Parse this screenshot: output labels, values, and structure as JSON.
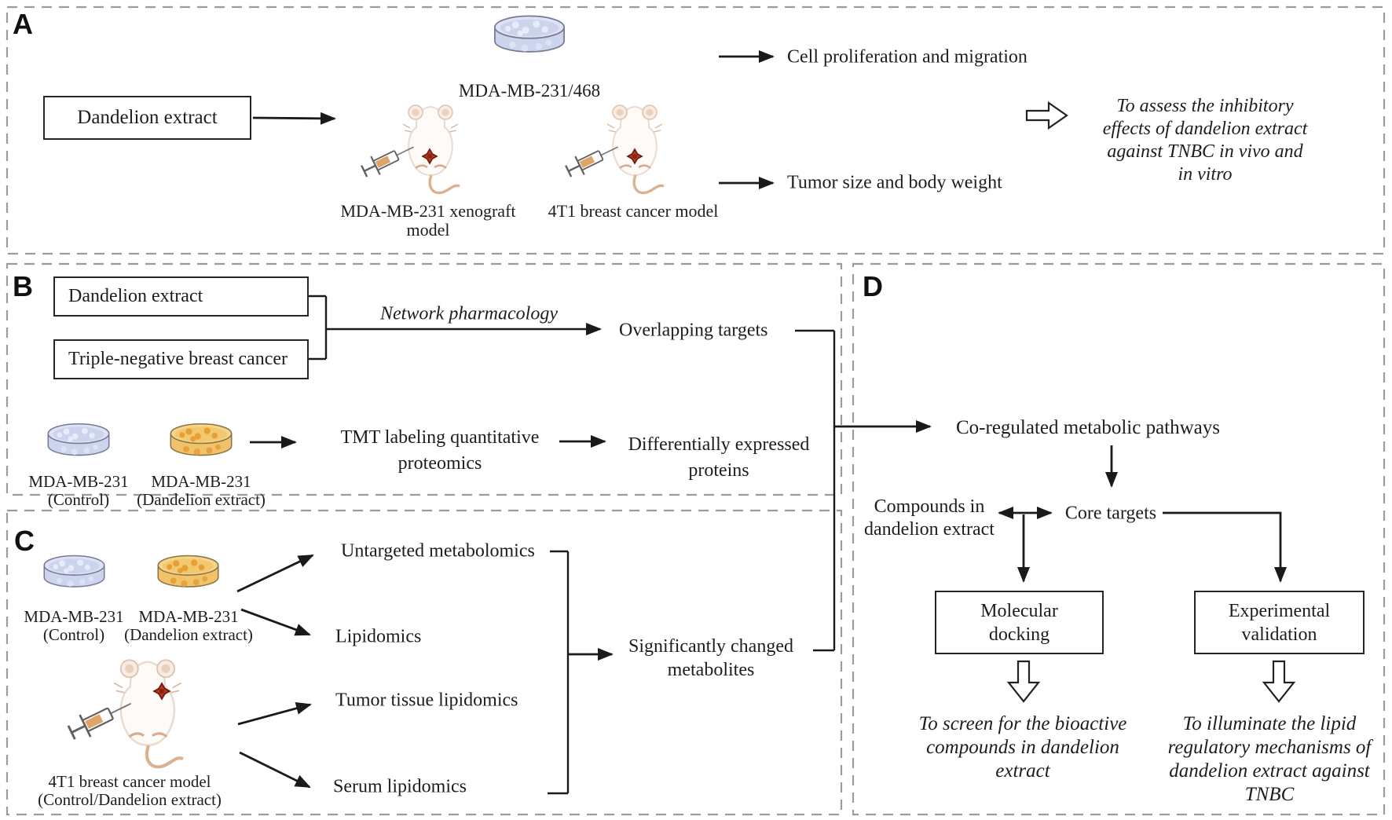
{
  "colors": {
    "line": "#1a1a1a",
    "panel_border": "#9b9b9b",
    "dish_blue": "#ccd3ed",
    "dish_orange": "#f2c76d",
    "tumor_red": "#b5391d",
    "text": "#1d1d1d"
  },
  "icons": {
    "petri_dish": "petri-dish-icon",
    "mouse": "mouse-icon",
    "syringe": "syringe-icon",
    "tumor": "tumor-dot-icon",
    "hollow_arrow": "hollow-arrow-icon"
  },
  "panel_a": {
    "label": "A",
    "cell_dish_label": "MDA-MB-231/468",
    "extract_box_label": "Dandelion extract",
    "xenograft_label": [
      "MDA-MB-231 xenograft",
      "model"
    ],
    "t4_model_label": "4T1 breast cancer model",
    "outcome_cell": "Cell proliferation and migration",
    "outcome_tumor": "Tumor size and body weight",
    "aim": [
      "To assess the inhibitory",
      "effects of dandelion extract",
      "against TNBC in vivo and",
      "in vitro"
    ]
  },
  "panel_b": {
    "label": "B",
    "box_extract": "Dandelion extract",
    "box_tnbc": "Triple-negative breast cancer",
    "method": "Network pharmacology",
    "overlapping_targets": "Overlapping targets",
    "dish_control": [
      "MDA-MB-231",
      "(Control)"
    ],
    "dish_treated": [
      "MDA-MB-231",
      "(Dandelion extract)"
    ],
    "proteomics": [
      "TMT labeling quantitative",
      "proteomics"
    ],
    "dep": [
      "Differentially expressed",
      "proteins"
    ]
  },
  "panel_c": {
    "label": "C",
    "dish_control": [
      "MDA-MB-231",
      "(Control)"
    ],
    "dish_treated": [
      "MDA-MB-231",
      "(Dandelion extract)"
    ],
    "mouse_label": [
      "4T1 breast cancer model",
      "(Control/Dandelion extract)"
    ],
    "omics_untargeted": "Untargeted metabolomics",
    "omics_lipidomics": "Lipidomics",
    "omics_tumor_tissue": "Tumor tissue lipidomics",
    "omics_serum": "Serum lipidomics",
    "result": [
      "Significantly changed",
      "metabolites"
    ]
  },
  "panel_d": {
    "label": "D",
    "pathways": "Co-regulated metabolic pathways",
    "compounds": [
      "Compounds in",
      "dandelion extract"
    ],
    "core_targets": "Core targets",
    "docking_box": [
      "Molecular",
      "docking"
    ],
    "validation_box": [
      "Experimental",
      "validation"
    ],
    "aim_docking": [
      "To screen for the bioactive",
      "compounds in dandelion",
      "extract"
    ],
    "aim_validation": [
      "To illuminate the lipid",
      "regulatory mechanisms of",
      "dandelion extract against",
      "TNBC"
    ]
  }
}
